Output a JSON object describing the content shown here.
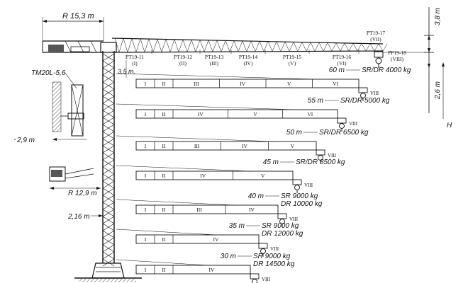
{
  "top": {
    "radius_label": "R 15,3 m",
    "height_top": "3,8 m",
    "height_mid": "2,6 m",
    "height_h": "H",
    "clearance": "3,5 m."
  },
  "jib_sections": [
    {
      "code": "PT19-11",
      "roman": "(I)"
    },
    {
      "code": "PT19-12",
      "roman": "(II)"
    },
    {
      "code": "PT19-13",
      "roman": "(III)"
    },
    {
      "code": "PT19-14",
      "roman": "(IV)"
    },
    {
      "code": "PT19-15",
      "roman": "(V)"
    },
    {
      "code": "PT19-16",
      "roman": "(VI)"
    },
    {
      "code": "PT19-17",
      "roman": "(VII)"
    },
    {
      "code": "PP19-18",
      "roman": "(VIII)"
    }
  ],
  "left": {
    "model": "TM20L-5,6",
    "width": "2,9 m",
    "radius": "R 12,9 m",
    "mast": "2,16 m"
  },
  "configs": [
    {
      "length": "60 m",
      "cap1": "SR/DR 4000 kg",
      "cap2": "",
      "sections": [
        "I",
        "II",
        "III",
        "IV",
        "V",
        "VI"
      ],
      "tip": "VIII"
    },
    {
      "length": "55 m",
      "cap1": "SR/DR 5000 kg",
      "cap2": "",
      "sections": [
        "I",
        "II",
        "IV",
        "V",
        "VI"
      ],
      "tip": "VIII"
    },
    {
      "length": "50 m",
      "cap1": "SR/DR 6500 kg",
      "cap2": "",
      "sections": [
        "I",
        "II",
        "III",
        "IV",
        "V"
      ],
      "tip": "VIII"
    },
    {
      "length": "45 m",
      "cap1": "SR/DR 8500 kg",
      "cap2": "",
      "sections": [
        "I",
        "II",
        "IV",
        "V"
      ],
      "tip": "VIII"
    },
    {
      "length": "40 m",
      "cap1": "SR 9000 kg",
      "cap2": "DR 10000 kg",
      "sections": [
        "I",
        "II",
        "III",
        "IV"
      ],
      "tip": "VIII"
    },
    {
      "length": "35 m",
      "cap1": "SR 9000 kg",
      "cap2": "DR 12000 kg",
      "sections": [
        "I",
        "II",
        "IV"
      ],
      "tip": "VIII"
    },
    {
      "length": "30 m",
      "cap1": "SR 9000 kg",
      "cap2": "DR 14500 kg",
      "sections": [
        "I",
        "II",
        "IV"
      ],
      "tip": "VIII"
    }
  ]
}
